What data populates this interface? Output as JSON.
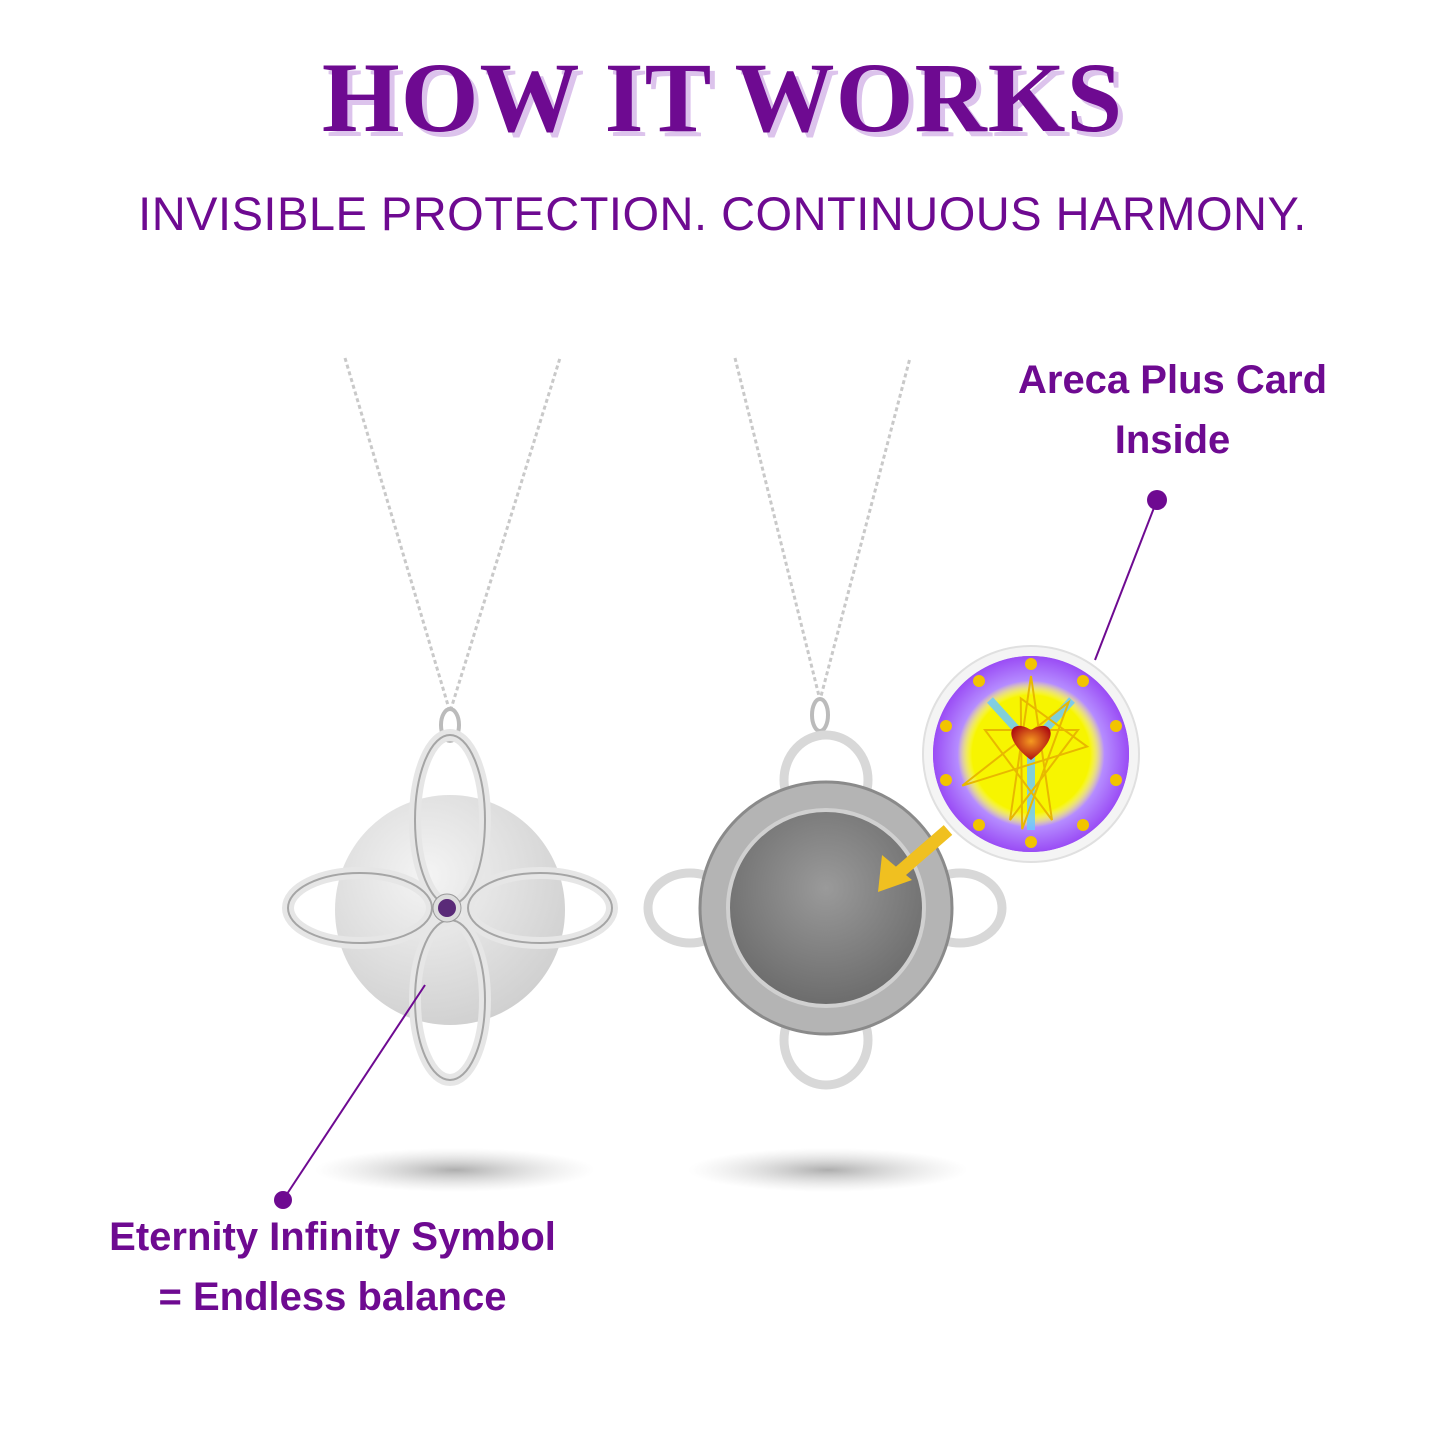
{
  "header": {
    "title": "HOW IT WORKS",
    "subtitle": "INVISIBLE PROTECTION. CONTINUOUS HARMONY."
  },
  "callouts": {
    "card": {
      "line1": "Areca Plus Card",
      "line2": "Inside"
    },
    "symbol": {
      "line1": "Eternity Infinity Symbol",
      "line2": "= Endless balance"
    }
  },
  "colors": {
    "brand": "#6e0a91",
    "title_shadow": "#dcc3ec",
    "arrow": "#f0c020",
    "card_ring": "#9a4cf5",
    "card_center": "#f7f500"
  }
}
